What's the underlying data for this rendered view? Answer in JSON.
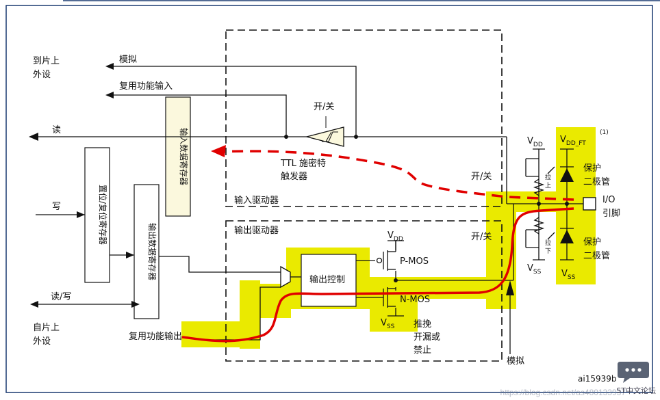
{
  "labels": {
    "to_peripheral": [
      "到片上",
      "外设"
    ],
    "from_peripheral": [
      "自片上",
      "外设"
    ],
    "analog_top": "模拟",
    "alt_func_input": "复用功能输入",
    "read": "读",
    "write": "写",
    "read_write": "读/写",
    "alt_func_output": "复用功能输出",
    "input_data_register": "输入数据寄存器",
    "bit_set_reset_register": "置位/复位寄存器",
    "output_data_register": "输出数据寄存器",
    "on_off_1": "开/关",
    "on_off_2": "开/关",
    "on_off_3": "开/关",
    "ttl_schmitt": [
      "TTL 施密特",
      "触发器"
    ],
    "input_driver": "输入驱动器",
    "output_driver": "输出驱动器",
    "output_control": "输出控制",
    "p_mos": "P-MOS",
    "n_mos": "N-MOS",
    "vdd_main": "V",
    "vdd_main_sub": "DD",
    "vss_main": "V",
    "vss_main_sub": "SS",
    "vdd_pull": "V",
    "vdd_pull_sub": "DD",
    "vss_pull": "V",
    "vss_pull_sub": "SS",
    "vdd_ft": "V",
    "vdd_ft_sub": "DD_FT",
    "footnote": "(1)",
    "vss_diode": "V",
    "vss_diode_sub": "SS",
    "pull_up": [
      "拉",
      "上"
    ],
    "pull_down": [
      "拉",
      "下"
    ],
    "protect_diode_1": [
      "保护",
      "二极管"
    ],
    "protect_diode_2": [
      "保护",
      "二极管"
    ],
    "io_pin": [
      "I/O",
      "引脚"
    ],
    "push_pull": [
      "推挽",
      "开漏或",
      "禁止"
    ],
    "analog_bottom": "模拟",
    "figure_id": "ai15939b"
  },
  "watermark": "https://blog.csdn.net/as480133937",
  "logo_caption": "ST中文论坛",
  "colors": {
    "highlight": "#eaea00",
    "red_path": "#e00000",
    "line": "#111111",
    "register_fill": "#fbf8dd",
    "border": "#1a3a70"
  }
}
